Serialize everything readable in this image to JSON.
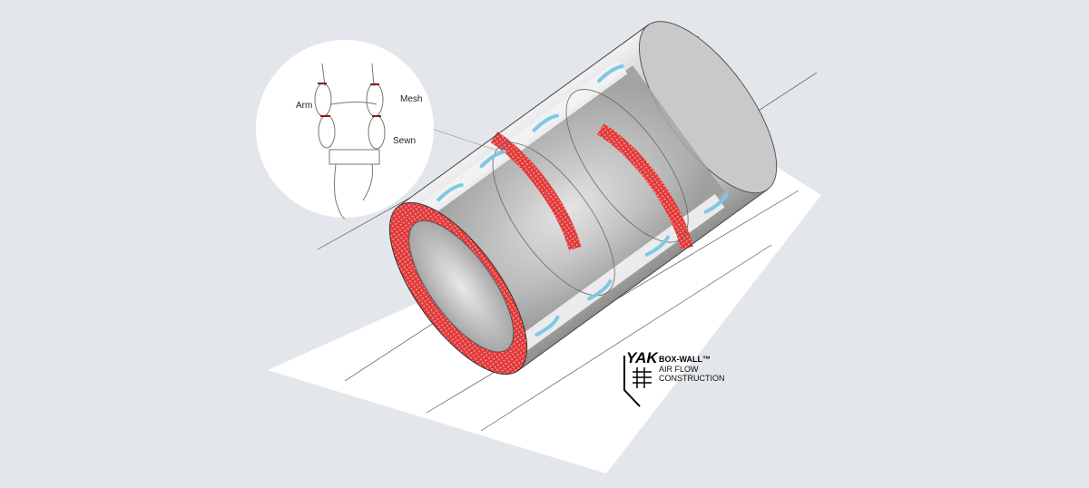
{
  "inset": {
    "labels": {
      "arm": "Arm",
      "mesh": "Mesh",
      "sewn": "Sewn"
    }
  },
  "logo": {
    "brand": "YAK",
    "product": "BOX-WALL™",
    "line1": "AIR FLOW",
    "line2": "CONSTRUCTION"
  },
  "colors": {
    "background": "#e3e7eb",
    "accent_red": "#e23a3a",
    "airflow_blue": "#7ec8e6"
  }
}
